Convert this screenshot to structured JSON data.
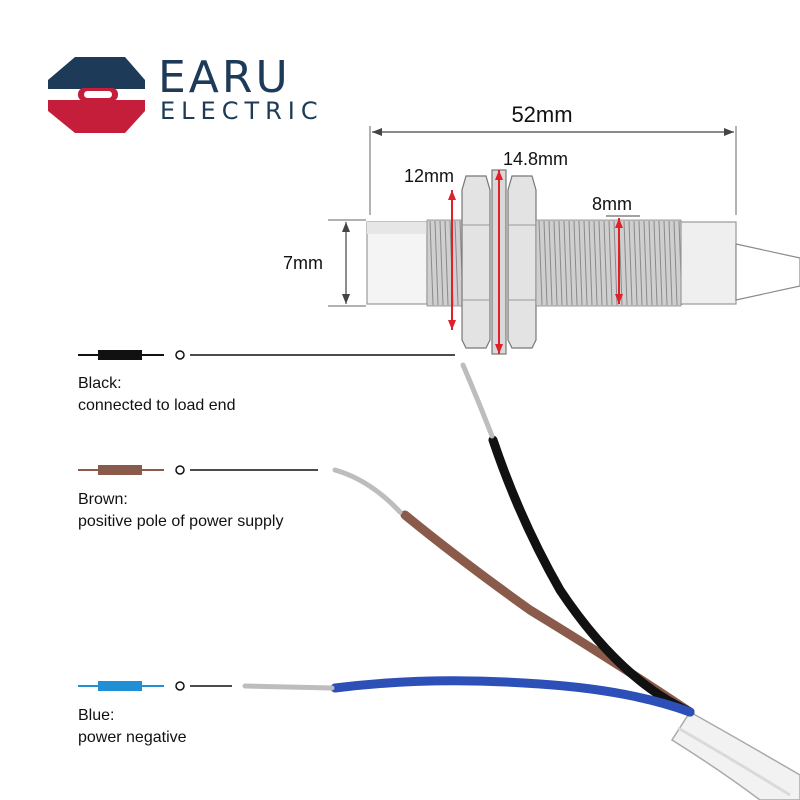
{
  "brand": {
    "name": "EARU",
    "subtitle": "ELECTRIC"
  },
  "dimensions": {
    "overall_length": "52mm",
    "thread_diameter": "12mm",
    "nut_width": "14.8mm",
    "inner_diameter": "8mm",
    "head_diameter": "7mm"
  },
  "wires": [
    {
      "color_name": "Black",
      "label": "Black:",
      "description": "connected to load end",
      "color": "#111111"
    },
    {
      "color_name": "Brown",
      "label": "Brown:",
      "description": "positive pole of power supply",
      "color": "#8a5a4a"
    },
    {
      "color_name": "Blue",
      "label": "Blue:",
      "description": "power negative",
      "color": "#1f8fd6"
    }
  ],
  "colors": {
    "brand_dark": "#1d3b58",
    "brand_red": "#c41e3a",
    "dim_red": "#e0202a"
  }
}
